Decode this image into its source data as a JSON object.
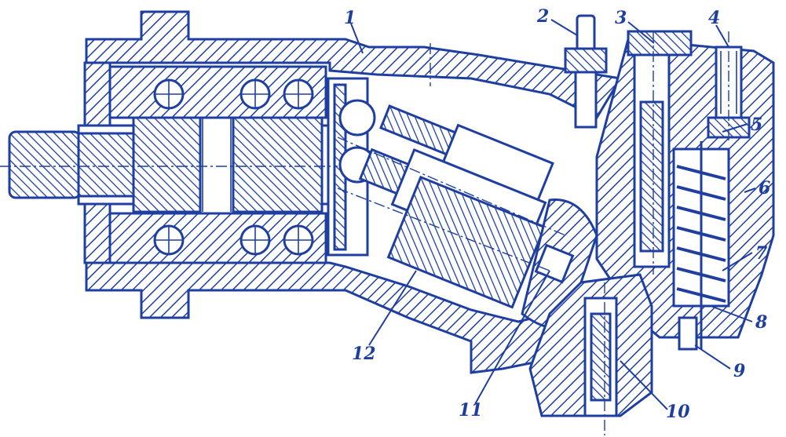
{
  "diagram": {
    "colors": {
      "ink": "#1f3fa0",
      "background": "#ffffff"
    },
    "callouts": [
      {
        "id": "1",
        "text": "1"
      },
      {
        "id": "2",
        "text": "2"
      },
      {
        "id": "3",
        "text": "3"
      },
      {
        "id": "4",
        "text": "4"
      },
      {
        "id": "5",
        "text": "5"
      },
      {
        "id": "6",
        "text": "6"
      },
      {
        "id": "7",
        "text": "7"
      },
      {
        "id": "8",
        "text": "8"
      },
      {
        "id": "9",
        "text": "9"
      },
      {
        "id": "10",
        "text": "10"
      },
      {
        "id": "11",
        "text": "11"
      },
      {
        "id": "12",
        "text": "12"
      }
    ]
  }
}
